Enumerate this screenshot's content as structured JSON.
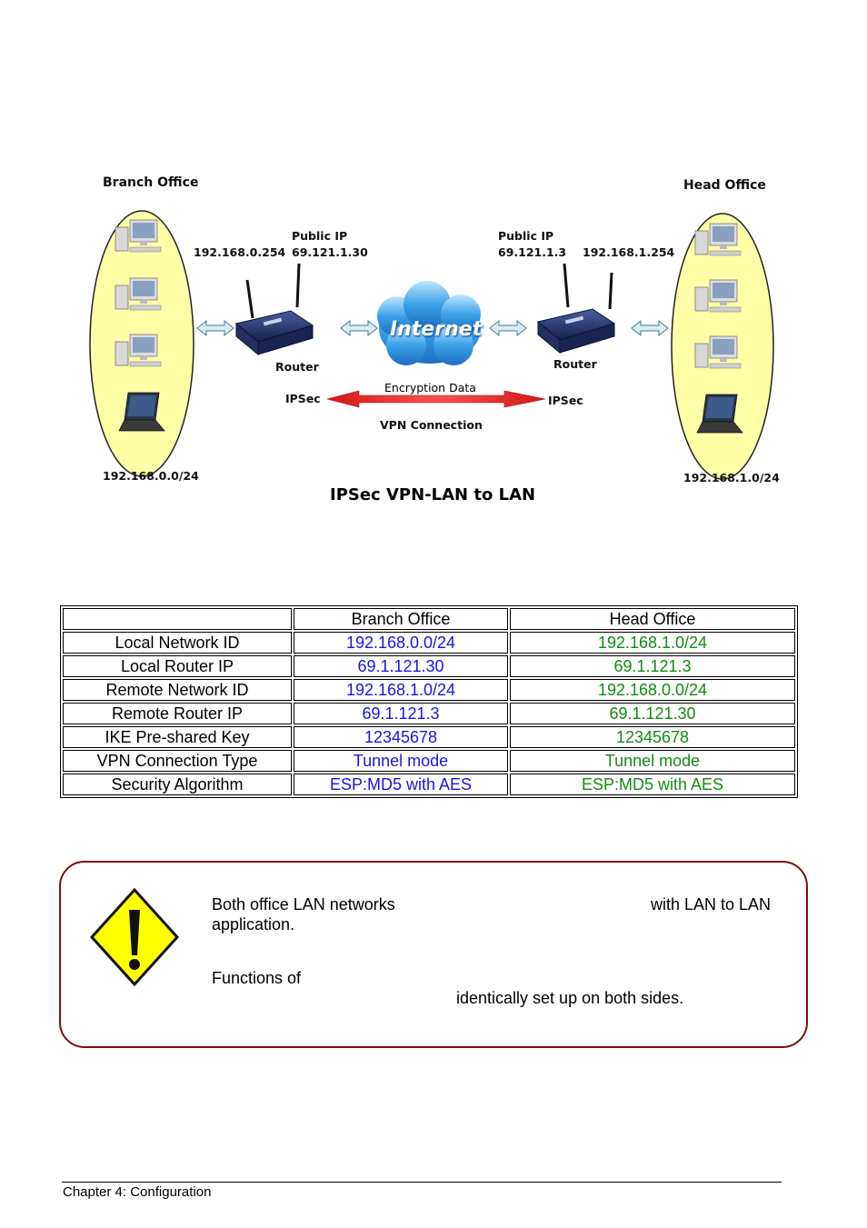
{
  "diagram": {
    "branch_title": "Branch Office",
    "head_title": "Head Office",
    "branch_lan_ip": "192.168.0.254",
    "branch_public_label": "Public IP",
    "branch_public_ip": "69.121.1.30",
    "head_public_label": "Public IP",
    "head_public_ip": "69.121.1.3",
    "head_lan_ip": "192.168.1.254",
    "internet_label": "Internet",
    "router_left": "Router",
    "router_right": "Router",
    "ipsec_left": "IPSec",
    "ipsec_right": "IPSec",
    "encryption_label": "Encryption Data",
    "vpn_label": "VPN Connection",
    "branch_subnet": "192.168.0.0/24",
    "head_subnet": "192.168.1.0/24",
    "caption": "IPSec VPN-LAN to LAN"
  },
  "table": {
    "headers": [
      "",
      "Branch Office",
      "Head Office"
    ],
    "rows": [
      [
        "Local Network ID",
        "192.168.0.0/24",
        "192.168.1.0/24"
      ],
      [
        "Local Router IP",
        "69.1.121.30",
        "69.1.121.3"
      ],
      [
        "Remote Network ID",
        "192.168.1.0/24",
        "192.168.0.0/24"
      ],
      [
        "Remote Router IP",
        "69.1.121.3",
        "69.1.121.30"
      ],
      [
        "IKE Pre-shared Key",
        "12345678",
        "12345678"
      ],
      [
        "VPN Connection Type",
        "Tunnel mode",
        "Tunnel mode"
      ],
      [
        "Security Algorithm",
        "ESP:MD5 with AES",
        "ESP:MD5 with AES"
      ]
    ],
    "colors": {
      "branch": "#1a14e0",
      "head": "#148a14"
    }
  },
  "note": {
    "line1_start": "Both office LAN networks",
    "line1_end": "with LAN to LAN",
    "line2": "application.",
    "line3": "Functions of",
    "line4": "identically set up on both sides.",
    "icon": "warning-icon"
  },
  "footer": {
    "text": "Chapter 4: Configuration"
  }
}
